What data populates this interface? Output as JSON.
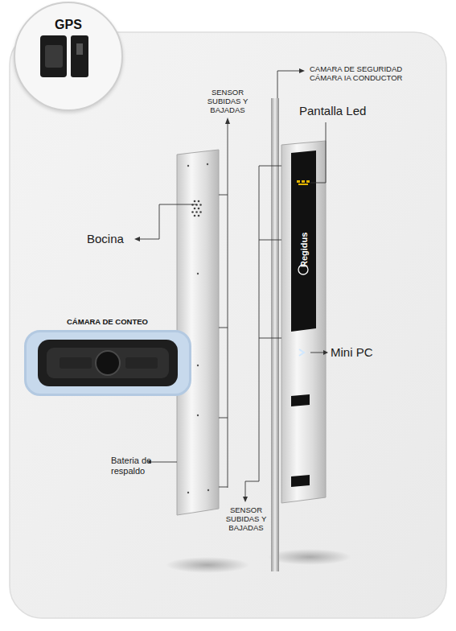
{
  "diagram": {
    "nodes": [
      {
        "text": [
          "GPS"
        ]
      },
      {
        "text": [
          "CÁMARA DE CONTEO"
        ]
      }
    ],
    "labels": [
      "CAMARA DE SEGURIDAD CÁMARA IA CONDUCTOR",
      "SENSOR SUBIDAS Y BAJADAS",
      "Pantalla Led",
      "Bocina",
      "Regidus",
      "Mini PC",
      "Bateria de respaldo",
      "SENSOR SUBIDAS Y BAJADAS"
    ]
  }
}
